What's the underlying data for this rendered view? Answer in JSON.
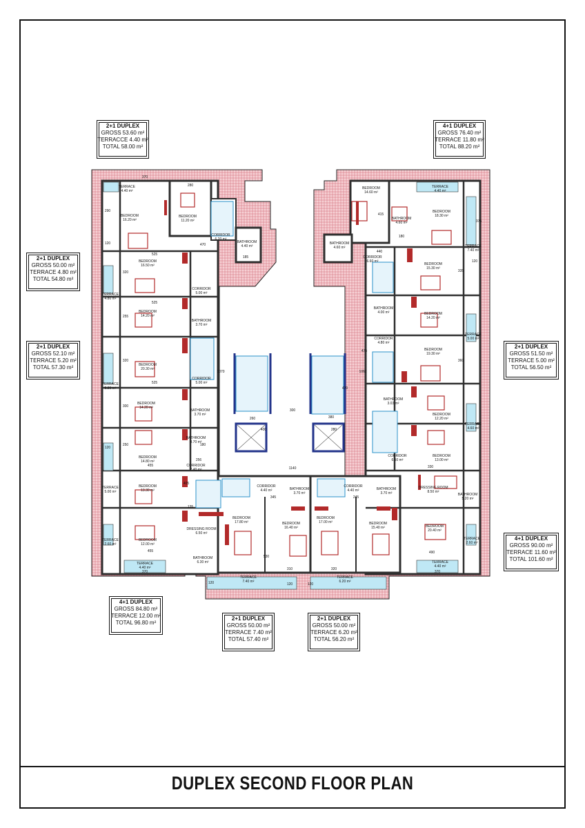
{
  "plan_title": "DUPLEX SECOND FLOOR PLAN",
  "colors": {
    "terrace_fill": "#f3c7cc",
    "wall": "#3a3a3a",
    "furniture": "#b22a2a",
    "stair": "#2a90c8",
    "core": "#22338a",
    "glass": "#8fd3ee"
  },
  "units": [
    {
      "type": "2+1 DUPLEX",
      "gross": "GROSS 53.60 m²",
      "terrace": "TERRACCE 4.40 m²",
      "total": "TOTAL 58.00 m²"
    },
    {
      "type": "4+1 DUPLEX",
      "gross": "GROSS 76.40 m²",
      "terrace": "TERRACE 11.80 m²",
      "total": "TOTAL 88.20 m²"
    },
    {
      "type": "2+1 DUPLEX",
      "gross": "GROSS 50.00 m²",
      "terrace": "TERRACE 4.80 m²",
      "total": "TOTAL 54.80 m²"
    },
    {
      "type": "2+1 DUPLEX",
      "gross": "GROSS 52.10 m²",
      "terrace": "TERRACE 5.20 m²",
      "total": "TOTAL 57.30 m²"
    },
    {
      "type": "2+1 DUPLEX",
      "gross": "GROSS 51.50 m²",
      "terrace": "TERRACE 5.00 m²",
      "total": "TOTAL 56.50 m²"
    },
    {
      "type": "4+1 DUPLEX",
      "gross": "GROSS 90.00 m²",
      "terrace": "TERRACE 11.60 m²",
      "total": "TOTAL 101.60 m²"
    },
    {
      "type": "4+1 DUPLEX",
      "gross": "GROSS 84.80 m²",
      "terrace": "TERRACE 12.00 m²",
      "total": "TOTAL 96.80 m²"
    },
    {
      "type": "2+1 DUPLEX",
      "gross": "GROSS 50.00 m²",
      "terrace": "TERRACE 7.40 m²",
      "total": "TOTAL 57.40 m²"
    },
    {
      "type": "2+1 DUPLEX",
      "gross": "GROSS 50.00 m²",
      "terrace": "TERRACE 6.20 m²",
      "total": "TOTAL 56.20 m²"
    }
  ],
  "rooms": [
    {
      "name": "TERRACE",
      "area": "4.40 m²"
    },
    {
      "name": "BEDROOM",
      "area": "11.20 m²"
    },
    {
      "name": "BEDROOM",
      "area": "16.20 m²"
    },
    {
      "name": "CORRIDOR",
      "area": "6.20 m²"
    },
    {
      "name": "BATHROOM",
      "area": "4.40 m²"
    },
    {
      "name": "BEDROOM",
      "area": "16.50 m²"
    },
    {
      "name": "CORRIDOR",
      "area": "5.00 m²"
    },
    {
      "name": "TERRACE",
      "area": "4.80 m²"
    },
    {
      "name": "BEDROOM",
      "area": "14.20 m²"
    },
    {
      "name": "BATHROOM",
      "area": "3.70 m²"
    },
    {
      "name": "BEDROOM",
      "area": "20.30 m²"
    },
    {
      "name": "CORRIDOR",
      "area": "5.00 m²"
    },
    {
      "name": "TERRACE",
      "area": "5.20 m²"
    },
    {
      "name": "BEDROOM",
      "area": "14.20 m²"
    },
    {
      "name": "BATHROOM",
      "area": "3.70 m²"
    },
    {
      "name": "BATHROOM",
      "area": "4.70 m²"
    },
    {
      "name": "BEDROOM",
      "area": "14.80 m²"
    },
    {
      "name": "CORRIDOR",
      "area": "7.40 m²"
    },
    {
      "name": "TERRACE",
      "area": "5.00 m²"
    },
    {
      "name": "BEDROOM",
      "area": "13.30 m²"
    },
    {
      "name": "BEDROOM",
      "area": "12.00 m²"
    },
    {
      "name": "DRESSING ROOM",
      "area": "6.50 m²"
    },
    {
      "name": "BATHROOM",
      "area": "6.30 m²"
    },
    {
      "name": "TERRACE",
      "area": "2.60 m²"
    },
    {
      "name": "TERRACE",
      "area": "4.40 m²"
    },
    {
      "name": "CORRIDOR",
      "area": "4.40 m²"
    },
    {
      "name": "BATHROOM",
      "area": "3.70 m²"
    },
    {
      "name": "BEDROOM",
      "area": "17.80 m²"
    },
    {
      "name": "BEDROOM",
      "area": "16.40 m²"
    },
    {
      "name": "TERRACE",
      "area": "7.40 m²"
    },
    {
      "name": "BEDROOM",
      "area": "17.00 m²"
    },
    {
      "name": "BEDROOM",
      "area": "15.40 m²"
    },
    {
      "name": "BATHROOM",
      "area": "3.70 m²"
    },
    {
      "name": "CORRIDOR",
      "area": "4.40 m²"
    },
    {
      "name": "TERRACE",
      "area": "6.20 m²"
    },
    {
      "name": "DRESSING ROOM",
      "area": "8.50 m²"
    },
    {
      "name": "BATHROOM",
      "area": "5.20 m²"
    },
    {
      "name": "BEDROOM",
      "area": "20.40 m²"
    },
    {
      "name": "TERRACE",
      "area": "2.60 m²"
    },
    {
      "name": "TERRACE",
      "area": "4.40 m²"
    },
    {
      "name": "BEDROOM",
      "area": "14.60 m²"
    },
    {
      "name": "TERRACE",
      "area": "4.40 m²"
    },
    {
      "name": "BATHROOM",
      "area": "4.60 m²"
    },
    {
      "name": "BEDROOM",
      "area": "18.30 m²"
    },
    {
      "name": "BATHROOM",
      "area": "4.60 m²"
    },
    {
      "name": "CORRIDOR",
      "area": "6.60 m²"
    },
    {
      "name": "TERRACE",
      "area": "7.40 m²"
    },
    {
      "name": "BEDROOM",
      "area": "15.30 m²"
    },
    {
      "name": "BATHROOM",
      "area": "4.00 m²"
    },
    {
      "name": "BEDROOM",
      "area": "14.20 m²"
    },
    {
      "name": "CORRIDOR",
      "area": "4.80 m²"
    },
    {
      "name": "TERRACE",
      "area": "5.00 m²"
    },
    {
      "name": "BEDROOM",
      "area": "19.30 m²"
    },
    {
      "name": "BATHROOM",
      "area": "3.03 m²"
    },
    {
      "name": "BEDROOM",
      "area": "12.20 m²"
    },
    {
      "name": "TERRACE",
      "area": "4.60 m²"
    },
    {
      "name": "BEDROOM",
      "area": "13.00 m²"
    },
    {
      "name": "CORRIDOR",
      "area": "6.50 m²"
    }
  ],
  "dimensions": [
    "370",
    "280",
    "290",
    "120",
    "470",
    "185",
    "525",
    "320",
    "525",
    "255",
    "320",
    "525",
    "300",
    "250",
    "180",
    "120",
    "455",
    "256",
    "405",
    "455",
    "135",
    "345",
    "245",
    "370",
    "310",
    "120",
    "320",
    "120",
    "120",
    "490",
    "370",
    "530",
    "1140",
    "1070",
    "1062",
    "260",
    "300",
    "380",
    "470",
    "400",
    "280",
    "440",
    "475",
    "415",
    "375",
    "180",
    "120",
    "330",
    "360",
    "335"
  ]
}
